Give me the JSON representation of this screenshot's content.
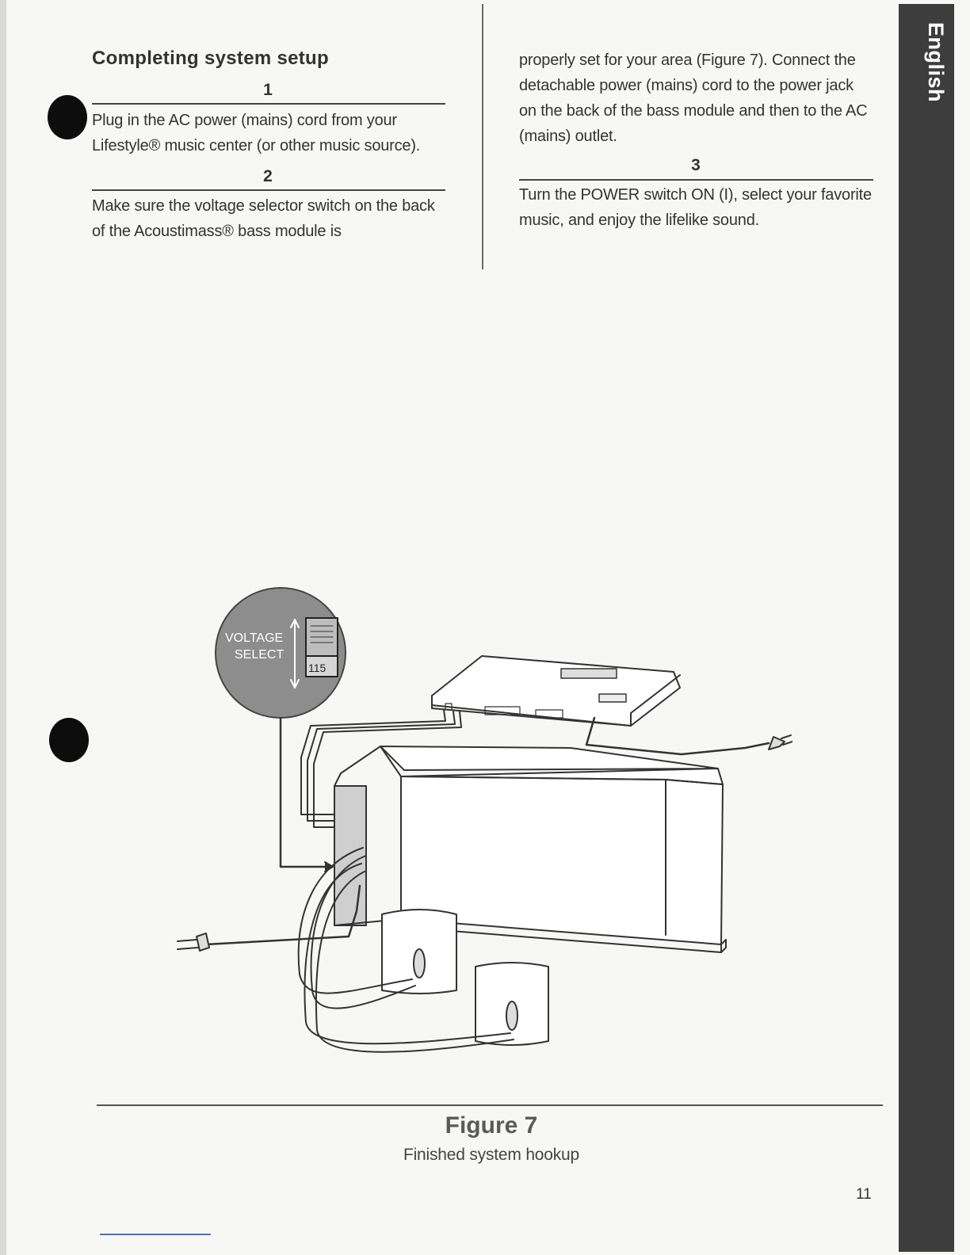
{
  "side_tab": {
    "label": "English"
  },
  "section": {
    "title": "Completing system setup"
  },
  "steps": [
    {
      "number": "1",
      "text": "Plug in the AC power (mains) cord from your Lifestyle® music center (or other music source)."
    },
    {
      "number": "2",
      "text_col1": "Make sure the voltage selector switch on the back of the Acoustimass® bass module is",
      "text_col2": "properly set for your area (Figure 7). Connect the detachable power (mains) cord to the power jack on the back of the bass module and then to the AC (mains) outlet."
    },
    {
      "number": "3",
      "text": "Turn the POWER switch ON (I), select your favorite music, and enjoy the lifelike sound."
    }
  ],
  "figure": {
    "callout_line1": "VOLTAGE",
    "callout_line2": "SELECT",
    "voltage_value": "115",
    "title": "Figure 7",
    "caption": "Finished system hookup"
  },
  "page_number": "11"
}
